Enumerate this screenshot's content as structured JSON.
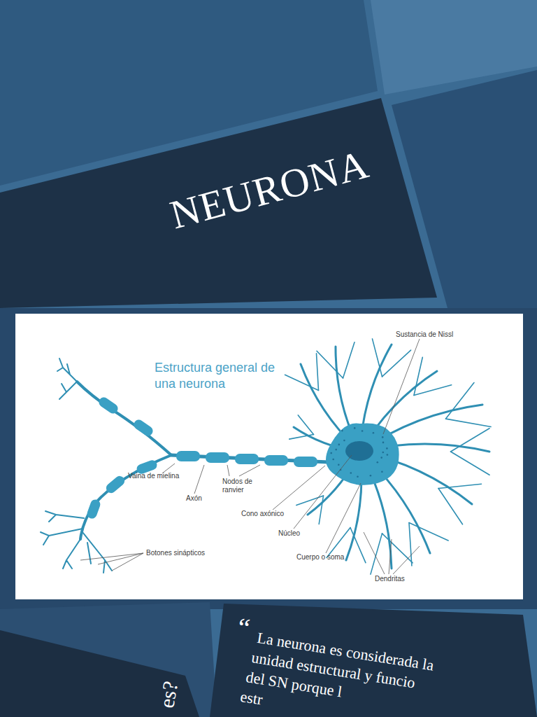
{
  "diagram": {
    "title": "NEURONA",
    "labels": [
      "Estructura general de una neurona",
      "Sustancia de Nissl",
      "Vaina de mielina",
      "Axón",
      "Nodos de ranvier",
      "Cono axónico",
      "Núcleo",
      "Cuerpo o soma",
      "Dendritas",
      "Botones sinápticos",
      "“",
      "La neurona es considerada la",
      "unidad estructural y funcio",
      "del SN porque l",
      "estr",
      "es?"
    ]
  }
}
